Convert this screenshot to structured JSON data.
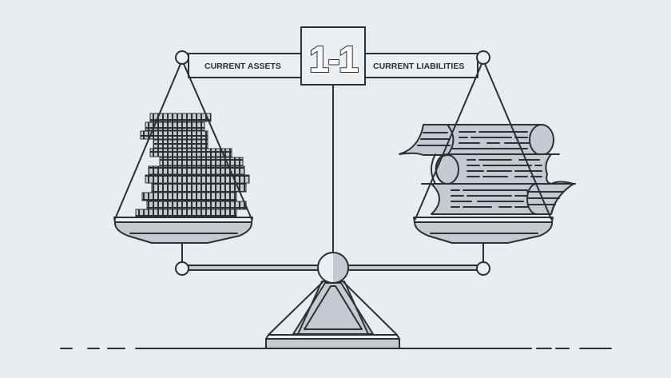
{
  "illustration": {
    "title": "Current ratio balance scale",
    "ratio_label": "1-1",
    "left_label": "CURRENT ASSETS",
    "right_label": "CURRENT LIABILITIES",
    "left_pan_contents": "coin-stacks",
    "right_pan_contents": "document-scrolls"
  },
  "colors": {
    "background": "#e9ecf0",
    "fill": "#c5c9d1",
    "stroke": "#2e2f33",
    "highlight": "#edf0f3"
  }
}
